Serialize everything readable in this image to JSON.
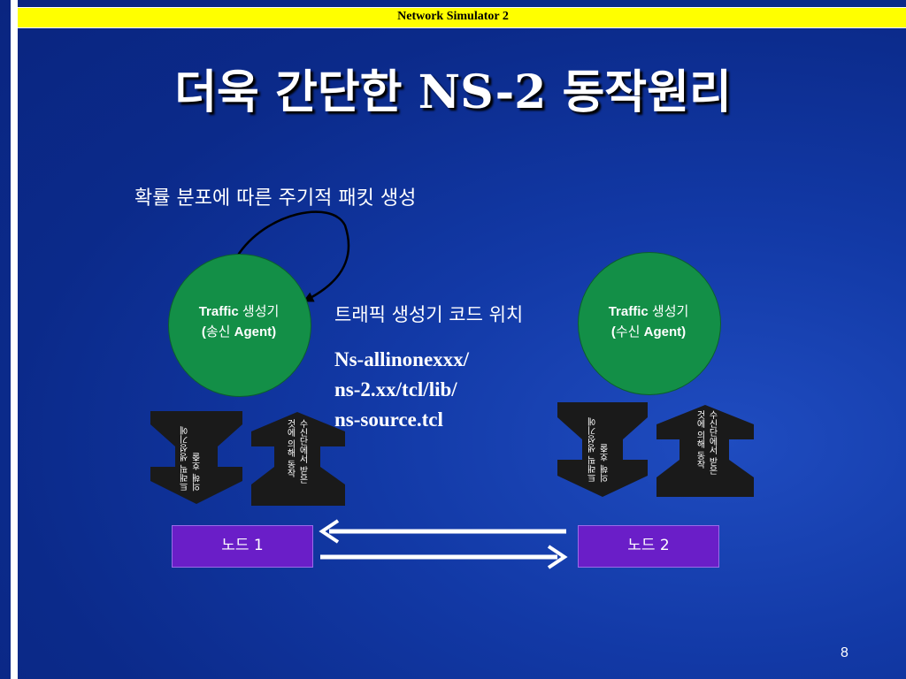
{
  "header": {
    "title": "Network Simulator 2"
  },
  "slide": {
    "title": "더욱 간단한 NS-2 동작원리",
    "caption": "확률 분포에 따른 주기적 패킷 생성",
    "agent_left": {
      "line1_en": "Traffic",
      "line1_ko": "생성기",
      "line2_open": "(",
      "line2_ko": "송신",
      "line2_en": "Agent)"
    },
    "agent_right": {
      "line1_en": "Traffic",
      "line1_ko": "생성기",
      "line2_open": "(",
      "line2_ko": "수신",
      "line2_en": "Agent)"
    },
    "code_location": {
      "label": "트래픽 생성기 코드 위치",
      "path_lines": [
        "Ns-allinonexxx/",
        "ns-2.xx/tcl/lib/",
        "ns-source.tcl"
      ]
    },
    "arrows": {
      "down_label_line1": "트래픽 생성기에",
      "down_label_line2": "의해 호출",
      "up_label_line1": "수신단에서 받은",
      "up_label_line2": "것에 의해 동작"
    },
    "nodes": {
      "left": "노드 1",
      "right": "노드 2"
    },
    "page_number": "8"
  },
  "colors": {
    "background": "#0b2a8a",
    "header_bar": "#ffff00",
    "agent_circle": "#138f47",
    "node_box": "#6a1ec8",
    "arrow_block": "#1a1a1a"
  }
}
